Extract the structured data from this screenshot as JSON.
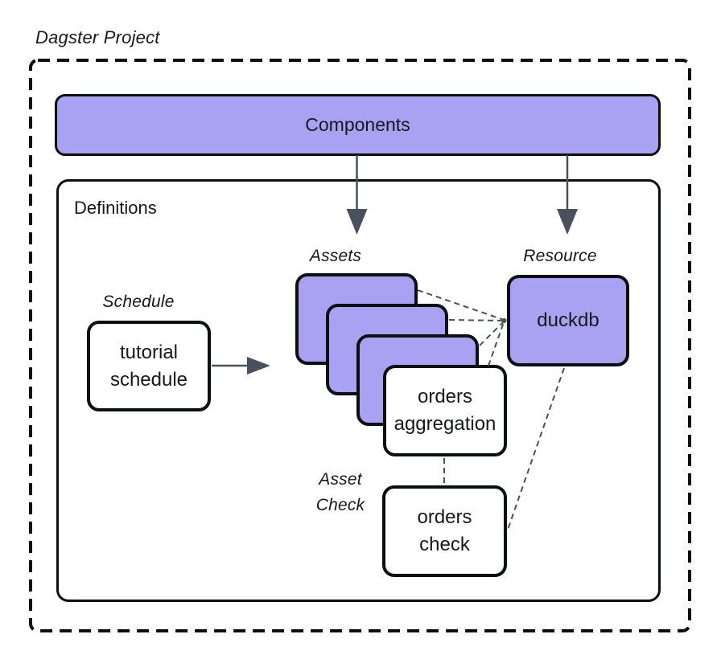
{
  "title": "Dagster Project",
  "colors": {
    "purple": "#a9a1f1",
    "ink": "#0d0e10",
    "connector": "#49515e",
    "text": "#17181c",
    "bg": "#ffffff"
  },
  "components": {
    "label": "Components"
  },
  "definitions": {
    "label": "Definitions",
    "schedule": {
      "label": "Schedule",
      "box": {
        "lines": [
          "tutorial",
          "schedule"
        ]
      }
    },
    "assets": {
      "label": "Assets",
      "stack_count": 3,
      "front_box": {
        "lines": [
          "orders",
          "aggregation"
        ]
      }
    },
    "resource": {
      "label": "Resource",
      "box": {
        "lines": [
          "duckdb"
        ]
      }
    },
    "asset_check": {
      "label_lines": [
        "Asset",
        "Check"
      ],
      "box": {
        "lines": [
          "orders",
          "check"
        ]
      }
    }
  }
}
